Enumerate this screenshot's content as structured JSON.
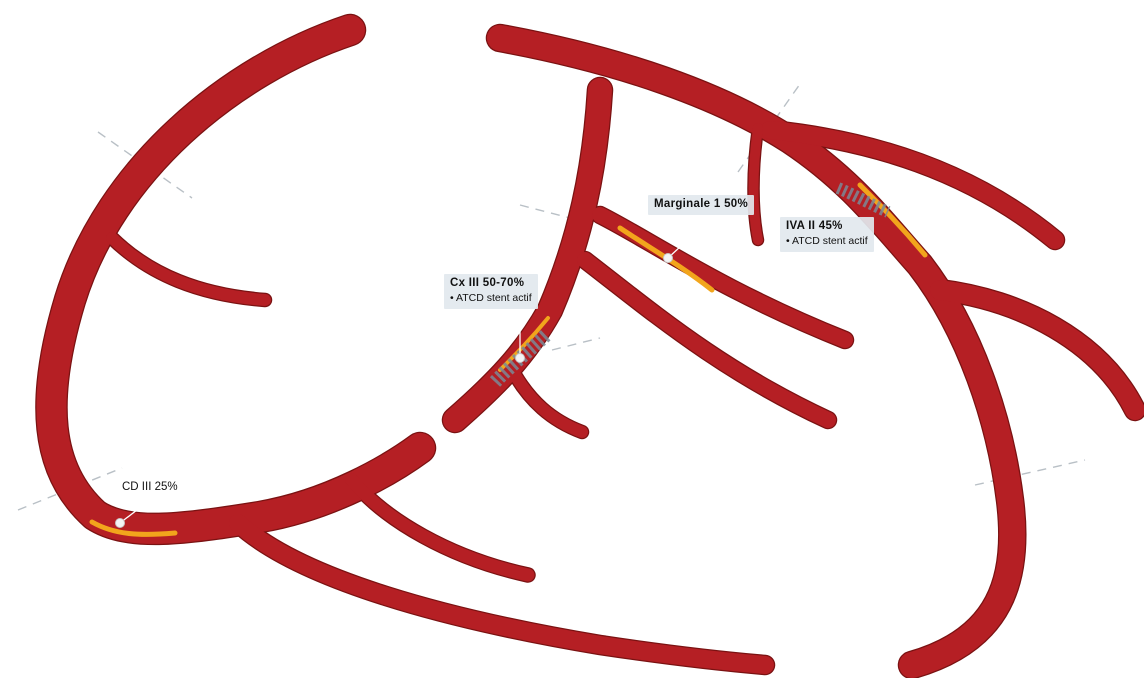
{
  "lesions": [
    {
      "id": "marginale",
      "title": "Marginale 1 50%",
      "subtitle": ""
    },
    {
      "id": "iva",
      "title": "IVA II 45%",
      "subtitle": "ATCD stent actif"
    },
    {
      "id": "cx",
      "title": "Cx III 50-70%",
      "subtitle": "ATCD stent actif"
    },
    {
      "id": "cd",
      "title": "CD III 25%",
      "subtitle": ""
    }
  ],
  "colors": {
    "vessel": "#b51f24",
    "vessel_edge": "#7a1212",
    "plaque": "#f2a51c",
    "stent": "#7a8a96",
    "label_bg": "#e2e8ee",
    "guide": "#b9c0c6"
  }
}
